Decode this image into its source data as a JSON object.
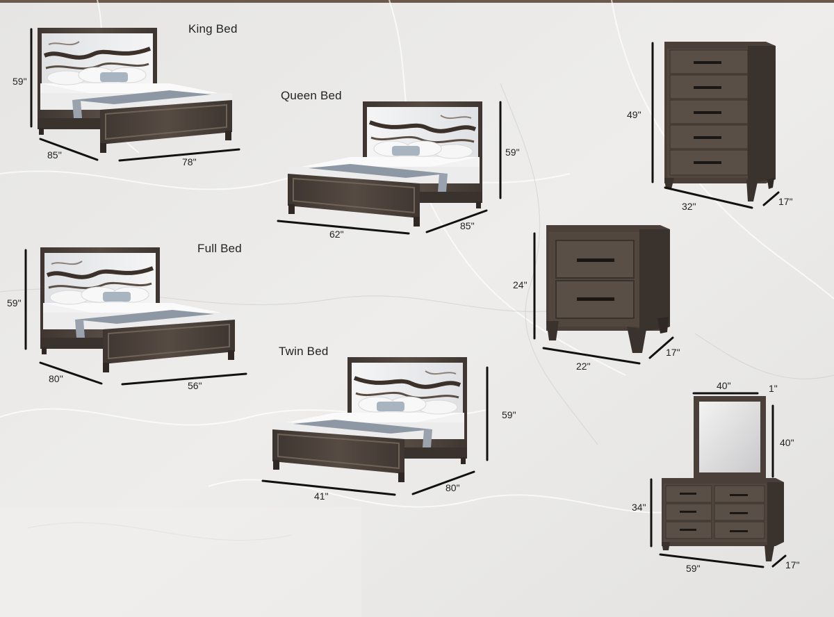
{
  "colors": {
    "wood": "#4a4039",
    "wood_dark": "#332c27",
    "wood_light": "#5e534a",
    "bedding": "#f4f4f4",
    "throw": "#8c95a3",
    "marble_bg": "#e9e8e6",
    "dimension_line": "#111111"
  },
  "products": {
    "king": {
      "title": "King Bed",
      "height": "59\"",
      "length": "85''",
      "width": "78\""
    },
    "queen": {
      "title": "Queen Bed",
      "height": "59\"",
      "width": "62\"",
      "length": "85\""
    },
    "full": {
      "title": "Full Bed",
      "height": "59\"",
      "length": "80''",
      "width": "56\""
    },
    "twin": {
      "title": "Twin Bed",
      "height": "59\"",
      "width": "41\"",
      "length": "80\""
    },
    "chest": {
      "height": "49\"",
      "width": "32\"",
      "depth": "17\""
    },
    "nightstand": {
      "height": "24\"",
      "width": "22\"",
      "depth": "17\""
    },
    "dresser_mirror": {
      "mirror_width": "40\"",
      "mirror_depth": "1\"",
      "mirror_height": "40\"",
      "dresser_height": "34\"",
      "dresser_width": "59\"",
      "dresser_depth": "17\""
    }
  }
}
